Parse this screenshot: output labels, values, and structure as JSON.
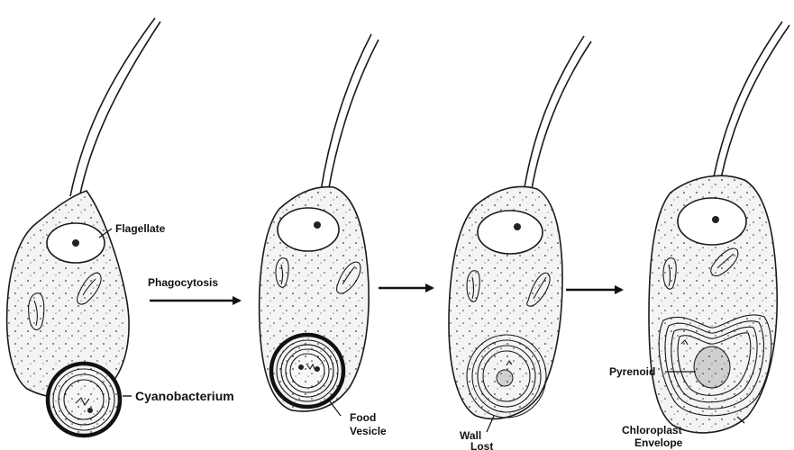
{
  "labels": {
    "flagellate": "Flagellate",
    "phagocytosis": "Phagocytosis",
    "cyanobacterium": "Cyanobacterium",
    "food_vesicle_line1": "Food",
    "food_vesicle_line2": "Vesicle",
    "wall_lost_line1": "Wall",
    "wall_lost_line2": "Lost",
    "pyrenoid": "Pyrenoid",
    "chloroplast_envelope_line1": "Chloroplast",
    "chloroplast_envelope_line2": "Envelope"
  },
  "style": {
    "ink": "#1a1a1a",
    "cytoplasm": "#f4f4f4"
  }
}
